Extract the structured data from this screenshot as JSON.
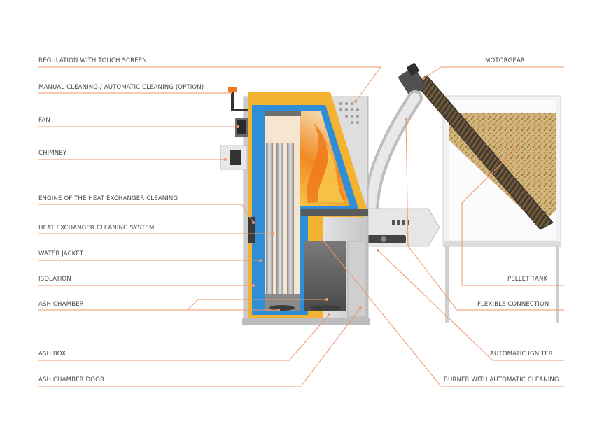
{
  "labels": {
    "regulation_touch_screen": "REGULATION WITH TOUCH SCREEN",
    "manual_automatic_cleaning": "MANUAL CLEANING / AUTOMATIC CLEANING (OPTION)",
    "fan": "FAN",
    "chimney": "CHIMNEY",
    "engine_heat_exchanger_cleaning": "ENGINE OF THE HEAT EXCHANGER CLEANING",
    "heat_exchanger_cleaning_system": "HEAT EXCHANGER CLEANING SYSTEM",
    "water_jacket": "WATER JACKET",
    "isolation": "ISOLATION",
    "ash_chamber": "ASH CHAMBER",
    "ash_box": "ASH BOX",
    "ash_chamber_door": "ASH CHAMBER DOOR",
    "motorgear": "MOTORGEAR",
    "pellet_tank": "PELLET TANK",
    "flexible_connection": "FLEXIBLE CONNECTION",
    "automatic_igniter": "AUTOMATIC IGNITER",
    "burner_automatic_cleaning": "BURNER WITH AUTOMATIC CLEANING"
  },
  "colors": {
    "leader": "#f0956a",
    "label_text": "#4a4a4a",
    "boiler_yellow": "#f3b230",
    "water_blue": "#2f8ed8",
    "flame_orange": "#f07a1c",
    "casing_grey": "#d9d9d9",
    "pellet_brown": "#c8a36a"
  }
}
